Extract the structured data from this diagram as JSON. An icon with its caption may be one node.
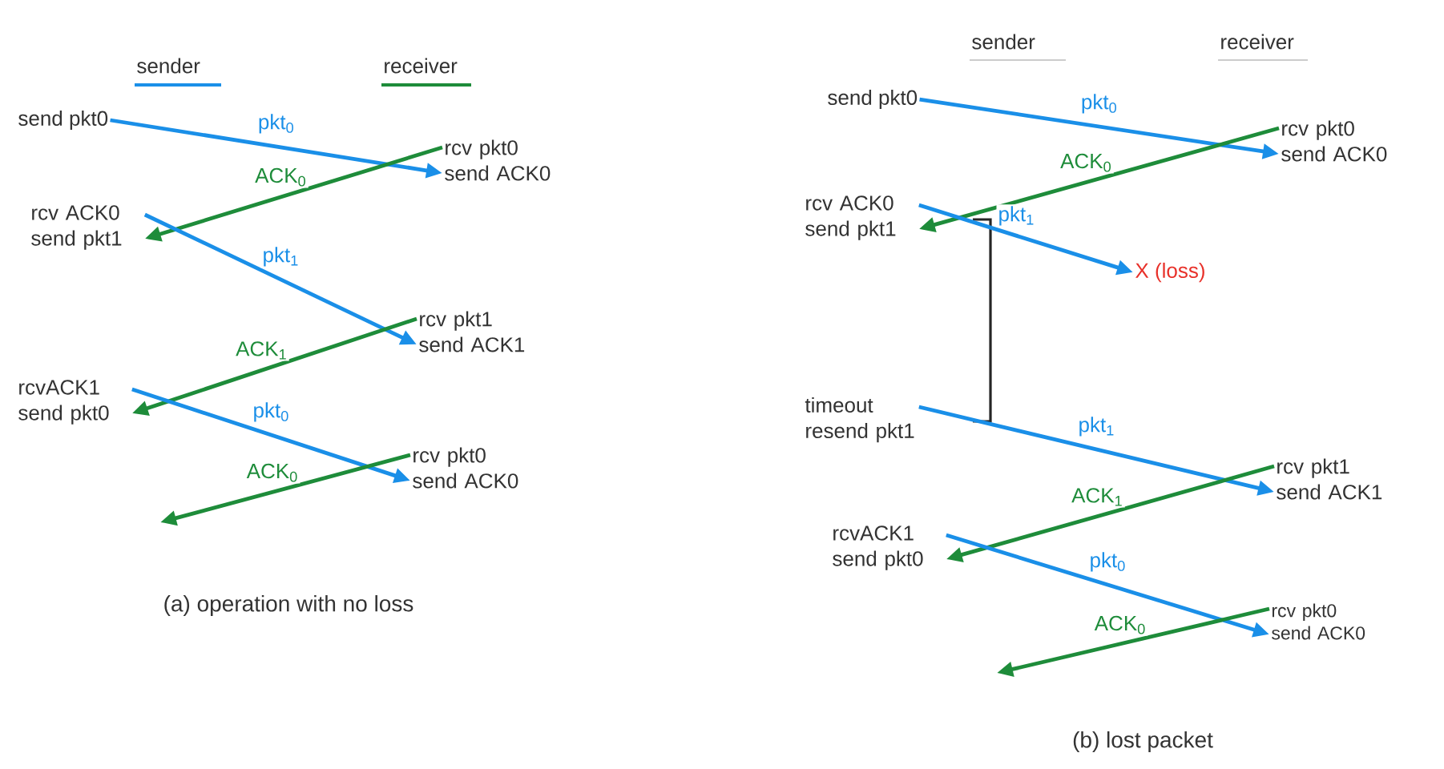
{
  "diagram": {
    "nodes": [
      {
        "text": [
          "send pkt0"
        ]
      },
      {
        "text": [
          "rcv pkt0 send ACK0"
        ]
      },
      {
        "text": [
          "rcv ACK0 send pkt1"
        ]
      },
      {
        "text": [
          "rcv pkt1 send ACK1"
        ]
      },
      {
        "text": [
          "rcvACK1 send pkt0"
        ]
      },
      {
        "text": [
          "rcv pkt0 send ACK0"
        ]
      },
      {
        "text": [
          "send pkt0"
        ]
      },
      {
        "text": [
          "rcv pkt0 send ACK0"
        ]
      },
      {
        "text": [
          "rcv ACK0 send pkt1"
        ]
      },
      {
        "text": [
          "X (loss)"
        ]
      },
      {
        "text": [
          "timeout resend pkt1"
        ]
      },
      {
        "text": [
          "rcv pkt1 send ACK1"
        ]
      },
      {
        "text": [
          "rcvACK1 send pkt0"
        ]
      },
      {
        "text": [
          "rcv pkt0 send ACK0"
        ]
      }
    ],
    "edges": [
      {
        "from": 0,
        "to": 1,
        "arrow": "to",
        "label": "pkt$_{0}$"
      },
      {
        "from": 1,
        "to": 2,
        "arrow": "to",
        "label": "ACK$_{0}$",
        "color": "#1e8c3a"
      },
      {
        "from": 2,
        "to": 3,
        "arrow": "to",
        "label": "pkt$_{1}$"
      },
      {
        "from": 3,
        "to": 4,
        "arrow": "to",
        "label": "ACK$_{1}$",
        "color": "#1e8c3a"
      },
      {
        "from": 4,
        "to": 5,
        "arrow": "to",
        "label": "pkt$_{0}$"
      },
      {
        "from": 5,
        "to": null,
        "arrow": "to",
        "label": "ACK$_{0}$",
        "color": "#1e8c3a"
      },
      {
        "from": 6,
        "to": 7,
        "arrow": "to",
        "label": "pkt$_{0}$"
      },
      {
        "from": 7,
        "to": 8,
        "arrow": "to",
        "label": "ACK$_{0}$",
        "color": "#1e8c3a"
      },
      {
        "from": 8,
        "to": 9,
        "arrow": "to",
        "label": "pkt$_{1}$"
      },
      {
        "from": 10,
        "to": 11,
        "arrow": "to",
        "label": "pkt$_{1}$"
      },
      {
        "from": 11,
        "to": 12,
        "arrow": "to",
        "label": "ACK$_{1}$",
        "color": "#1e8c3a"
      },
      {
        "from": 12,
        "to": 13,
        "arrow": "to",
        "label": "pkt$_{0}$"
      },
      {
        "from": 13,
        "to": null,
        "arrow": "to",
        "label": "ACK$_{0}$",
        "color": "#1e8c3a"
      }
    ],
    "labels": [
      "sender",
      "receiver",
      "(a) operation with no loss",
      "(b) lost packet"
    ],
    "legend": [
      {
        "text": "sender",
        "color": "#1a8fe8"
      },
      {
        "text": "receiver",
        "color": "#1e8c3a"
      }
    ]
  }
}
